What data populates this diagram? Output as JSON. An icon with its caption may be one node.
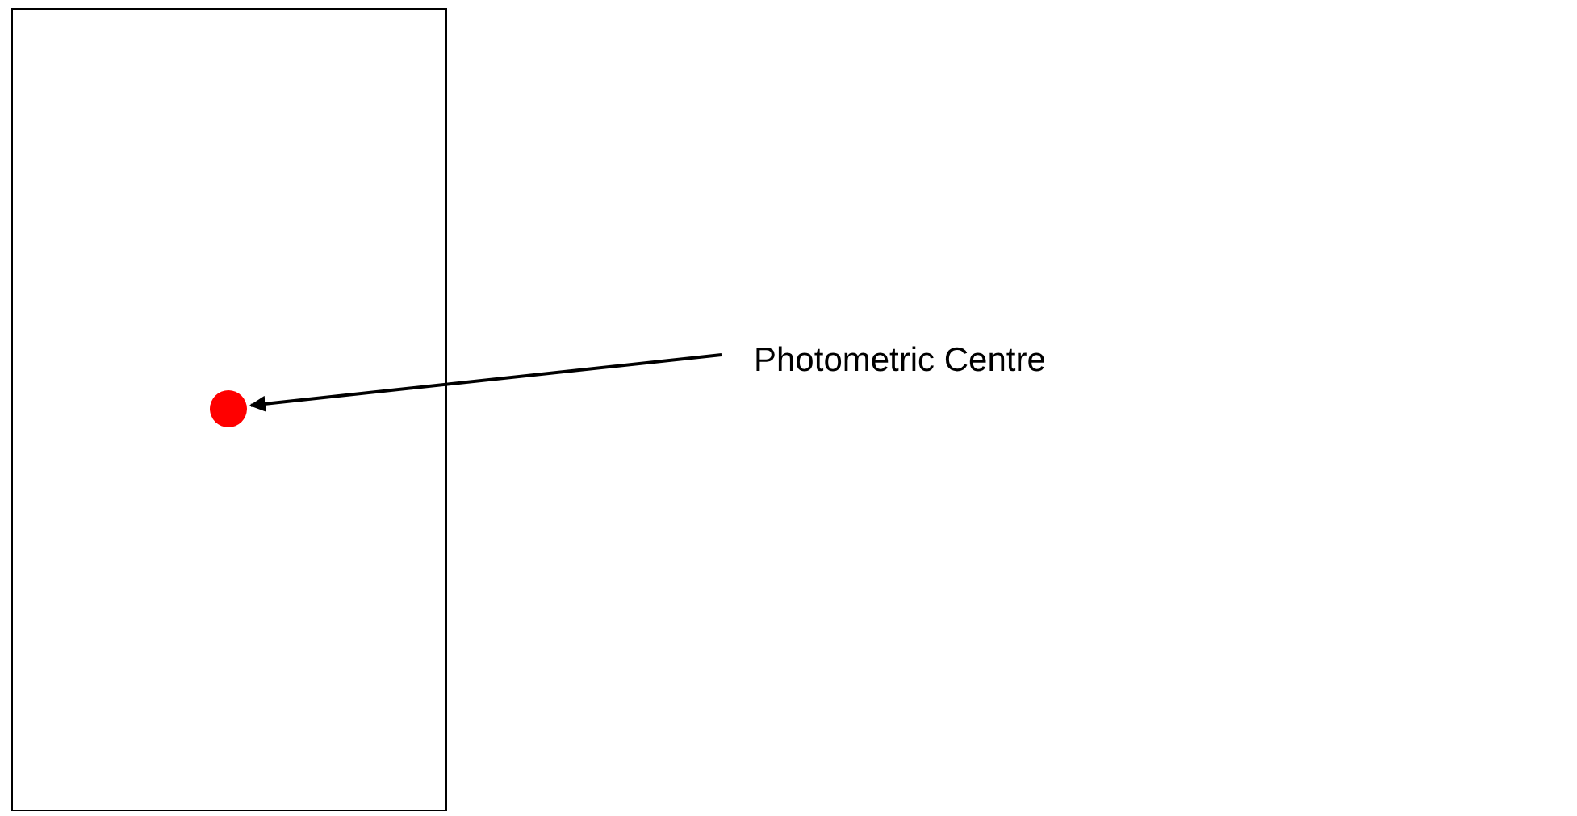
{
  "diagram": {
    "nodes": [
      {
        "text": [],
        "shape": "box"
      },
      {
        "text": [],
        "shape": "circle",
        "in": 0
      },
      {
        "text": [
          "Photometric Centre"
        ]
      }
    ],
    "edges": [
      {
        "from": 2,
        "to": 1,
        "arrow": "to"
      }
    ]
  }
}
